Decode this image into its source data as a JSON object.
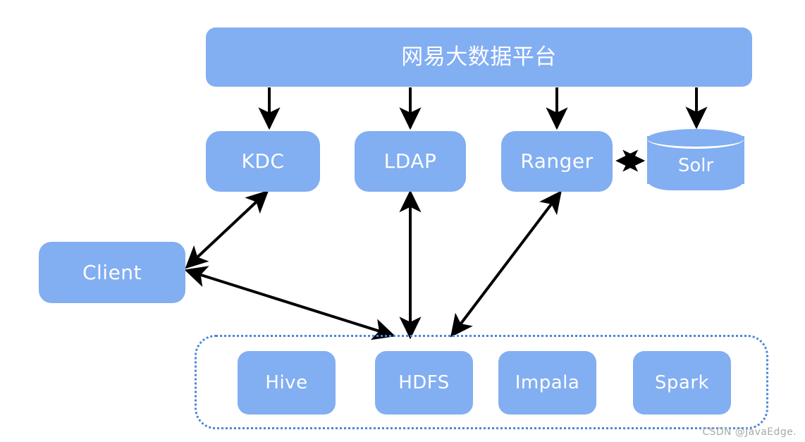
{
  "diagram": {
    "title_node": {
      "label": "网易大数据平台"
    },
    "colors": {
      "node_fill": "#82aef2",
      "node_text": "#ffffff",
      "edge": "#000000",
      "cluster_border": "#4a86d8",
      "background": "#ffffff",
      "watermark": "#a8a8a8"
    },
    "middle_nodes": [
      {
        "id": "kdc",
        "label": "KDC",
        "shape": "rounded-rect"
      },
      {
        "id": "ldap",
        "label": "LDAP",
        "shape": "rounded-rect"
      },
      {
        "id": "ranger",
        "label": "Ranger",
        "shape": "rounded-rect"
      },
      {
        "id": "solr",
        "label": "Solr",
        "shape": "cylinder"
      }
    ],
    "client_node": {
      "id": "client",
      "label": "Client",
      "shape": "rounded-rect"
    },
    "cluster": {
      "border_style": "dotted",
      "nodes": [
        {
          "id": "hive",
          "label": "Hive"
        },
        {
          "id": "hdfs",
          "label": "HDFS"
        },
        {
          "id": "impala",
          "label": "Impala"
        },
        {
          "id": "spark",
          "label": "Spark"
        }
      ]
    },
    "edges": [
      {
        "from": "网易大数据平台",
        "to": "KDC",
        "direction": "one-way"
      },
      {
        "from": "网易大数据平台",
        "to": "LDAP",
        "direction": "one-way"
      },
      {
        "from": "网易大数据平台",
        "to": "Ranger",
        "direction": "one-way"
      },
      {
        "from": "网易大数据平台",
        "to": "Solr",
        "direction": "one-way"
      },
      {
        "from": "Ranger",
        "to": "Solr",
        "direction": "two-way"
      },
      {
        "from": "Client",
        "to": "KDC",
        "direction": "two-way"
      },
      {
        "from": "Client",
        "to": "HDFS",
        "direction": "two-way"
      },
      {
        "from": "LDAP",
        "to": "HDFS",
        "direction": "two-way"
      },
      {
        "from": "Ranger",
        "to": "HDFS",
        "direction": "two-way"
      }
    ]
  },
  "watermark": {
    "text": "CSDN @JavaEdge."
  }
}
